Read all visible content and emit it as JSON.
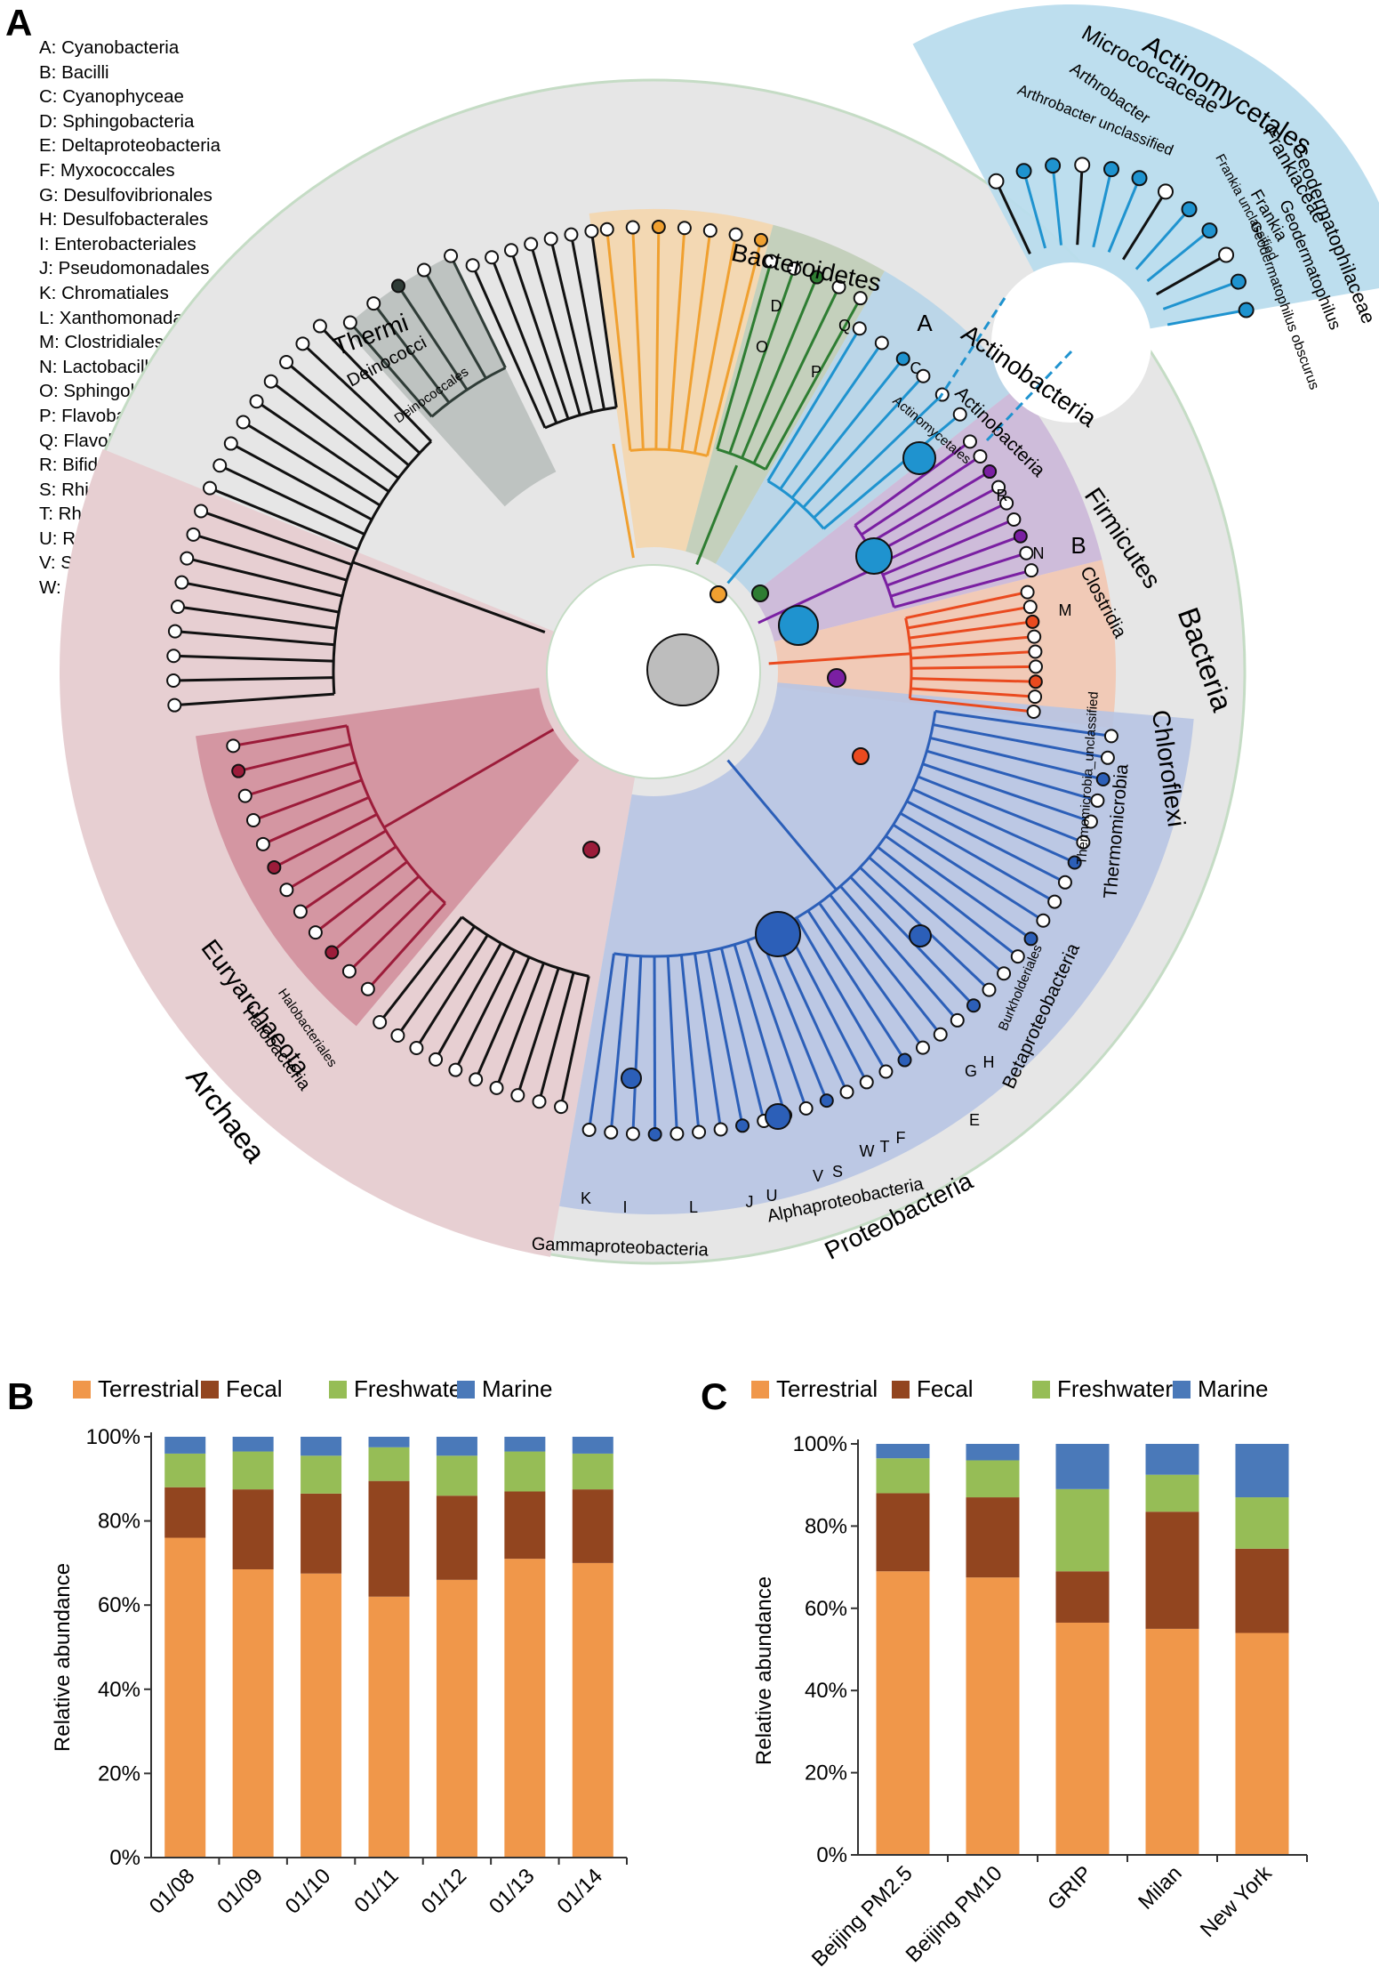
{
  "panels": {
    "a": "A",
    "b": "B",
    "c": "C"
  },
  "legend_a": [
    "A: Cyanobacteria",
    "B: Bacilli",
    "C: Cyanophyceae",
    "D: Sphingobacteria",
    "E: Deltaproteobacteria",
    "F: Myxococcales",
    "G: Desulfovibrionales",
    "H: Desulfobacterales",
    "I: Enterobacteriales",
    "J: Pseudomonadales",
    "K: Chromatiales",
    "L: Xanthomonadales",
    "M: Clostridiales",
    "N: Lactobacillales",
    "O: Sphingobacteriales",
    "P: Flavobacteriales",
    "Q: Flavobacteria",
    "R: Bifidobacteriales",
    "S: Rhizobiales",
    "T: Rhodospirillales",
    "U: Rhodobacterales",
    "V: Sphingomonadales",
    "W: Caulobacterales"
  ],
  "tree": {
    "outer_labels": [
      "Bacteria",
      "Archaea"
    ],
    "phyla": [
      "Thermi",
      "Bacteroidetes",
      "Actinobacteria",
      "Firmicutes",
      "Chloroflexi",
      "Proteobacteria",
      "Euryarchaeota"
    ],
    "classes": [
      "Deinococci",
      "Actinobacteria",
      "Clostridia",
      "Thermomicrobia",
      "Betaproteobacteria",
      "Alphaproteobacteria",
      "Gammaproteobacteria",
      "Halobacteria"
    ],
    "orders": [
      "Deinococcales",
      "Actinomycetales",
      "Burkholderiales",
      "Halobacteriales"
    ],
    "other": [
      "Thermomicrobia_unclassified"
    ],
    "clade_letters": [
      "D",
      "O",
      "Q",
      "P",
      "A",
      "C",
      "R",
      "N",
      "B",
      "M",
      "K",
      "I",
      "L",
      "J",
      "U",
      "V",
      "S",
      "W",
      "T",
      "F",
      "E",
      "G",
      "H"
    ],
    "inset": {
      "order": "Actinomycetales",
      "families": [
        "Micrococcaceae",
        "Frankiaceae",
        "Geodermatophilaceae"
      ],
      "genera": [
        "Arthrobacter",
        "Frankia",
        "Geodermatophilus"
      ],
      "species": [
        "Arthrobacter unclassified",
        "Frankia unclassified",
        "Geodermatophilus obscurus"
      ]
    },
    "colors": {
      "bacteria_bg": "#e6e6e6",
      "archaea_bg": "#e7cfd2",
      "thermi": "#5a6e64",
      "bacteroidetes": "#f0a030",
      "cyanobacteria": "#2e7d32",
      "actinobacteria": "#1f93cf",
      "firmicutes": "#7a1fa2",
      "chloroflexi": "#ea4a1f",
      "proteobacteria": "#2c5fb8",
      "euryarchaeota": "#9c1c3a"
    }
  },
  "chart_data": [
    {
      "type": "bar",
      "stacked": true,
      "panel": "B",
      "categories": [
        "01/08",
        "01/09",
        "01/10",
        "01/11",
        "01/12",
        "01/13",
        "01/14"
      ],
      "series": [
        {
          "name": "Terrestrial",
          "color": "#f0974a",
          "values": [
            76,
            68.5,
            67.5,
            62,
            66,
            71,
            70
          ]
        },
        {
          "name": "Fecal",
          "color": "#92451f",
          "values": [
            12,
            19,
            19,
            27.5,
            20,
            16,
            17.5
          ]
        },
        {
          "name": "Freshwater",
          "color": "#96bd56",
          "values": [
            8,
            9,
            9,
            8,
            9.5,
            9.5,
            8.5
          ]
        },
        {
          "name": "Marine",
          "color": "#4a79b9",
          "values": [
            4,
            3.5,
            4.5,
            2.5,
            4.5,
            3.5,
            4
          ]
        }
      ],
      "ylabel": "Relative abundance",
      "yticks": [
        "0%",
        "20%",
        "40%",
        "60%",
        "80%",
        "100%"
      ],
      "ylim": [
        0,
        100
      ],
      "legend": "top"
    },
    {
      "type": "bar",
      "stacked": true,
      "panel": "C",
      "categories": [
        "Beijing PM2.5",
        "Beijing PM10",
        "GRIP",
        "Milan",
        "New York"
      ],
      "series": [
        {
          "name": "Terrestrial",
          "color": "#f0974a",
          "values": [
            69,
            67.5,
            56.5,
            55,
            54
          ]
        },
        {
          "name": "Fecal",
          "color": "#92451f",
          "values": [
            19,
            19.5,
            12.5,
            28.5,
            20.5
          ]
        },
        {
          "name": "Freshwater",
          "color": "#96bd56",
          "values": [
            8.5,
            9,
            20,
            9,
            12.5
          ]
        },
        {
          "name": "Marine",
          "color": "#4a79b9",
          "values": [
            3.5,
            4,
            11,
            7.5,
            13
          ]
        }
      ],
      "ylabel": "Relative abundance",
      "yticks": [
        "0%",
        "20%",
        "40%",
        "60%",
        "80%",
        "100%"
      ],
      "ylim": [
        0,
        100
      ],
      "legend": "top"
    }
  ]
}
